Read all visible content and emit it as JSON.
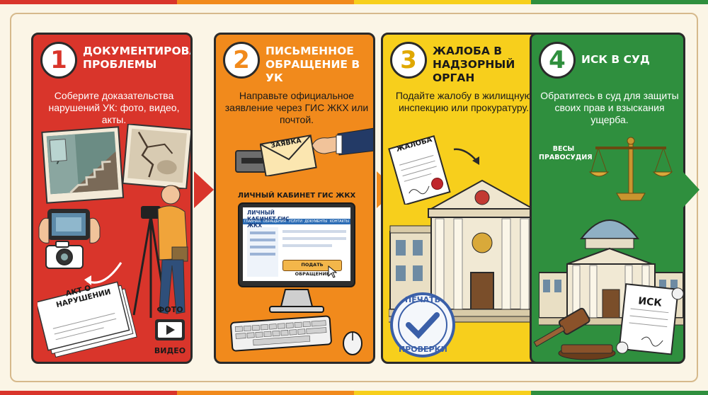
{
  "colors": {
    "red": "#d9352b",
    "orange": "#f18a1c",
    "yellow": "#f7cf1c",
    "green": "#2f8f3e"
  },
  "steps": [
    {
      "number": "1",
      "title": "Документирование проблемы",
      "description": "Соберите доказательства нарушений УК: фото, видео, акты.",
      "labels": {
        "act": "Акт о нарушении",
        "photo": "Фото",
        "video": "Видео"
      }
    },
    {
      "number": "2",
      "title": "Письменное обращение в УК",
      "description": "Направьте официальное заявление через ГИС ЖКХ или почтой.",
      "labels": {
        "envelope": "Заявка",
        "cabinet": "Личный кабинет ГИС ЖКХ",
        "screen_title": "Личный кабинет ГИС ЖКХ",
        "tabs": [
          "Главная",
          "Обращения",
          "Услуги",
          "Документы",
          "Контакты"
        ],
        "submit": "Подать обращение"
      }
    },
    {
      "number": "3",
      "title": "Жалоба в надзорный орган",
      "description": "Подайте жалобу в жилищную инспекцию или прокуратуру.",
      "labels": {
        "complaint": "Жалоба",
        "stamp_top": "Печать",
        "stamp_bottom": "проверки"
      }
    },
    {
      "number": "4",
      "title": "Иск в суд",
      "description": "Обратитесь в суд для защиты своих прав и взыскания ущерба.",
      "labels": {
        "scales": "Весы правосудия",
        "lawsuit": "Иск"
      }
    }
  ]
}
